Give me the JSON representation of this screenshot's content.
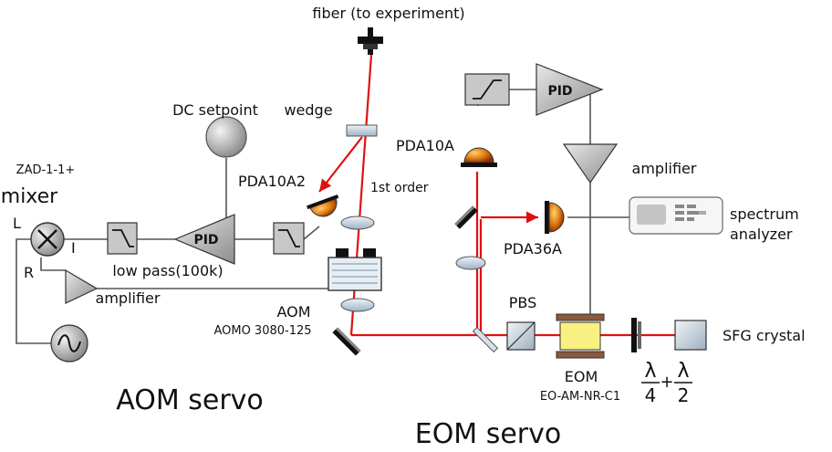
{
  "labels": {
    "fiber": "fiber (to experiment)",
    "dc_setpoint": "DC setpoint",
    "wedge": "wedge",
    "pda10a2": "PDA10A2",
    "first_order": "1st order",
    "zad": "ZAD-1-1+",
    "mixer": "mixer",
    "L": "L",
    "I": "I",
    "R": "R",
    "low_pass": "low pass(100k)",
    "amplifier_left": "amplifier",
    "aom": "AOM",
    "aom_model": "AOMO 3080-125",
    "aom_servo": "AOM servo",
    "pda10a": "PDA10A",
    "amplifier_right": "amplifier",
    "pda36a": "PDA36A",
    "spectrum_analyzer_1": "spectrum",
    "spectrum_analyzer_2": "analyzer",
    "pbs": "PBS",
    "eom": "EOM",
    "eom_model": "EO-AM-NR-C1",
    "sfg": "SFG crystal",
    "eom_servo": "EOM servo",
    "pid_left": "PID",
    "pid_right": "PID",
    "frac1_num": "λ",
    "frac1_den": "4",
    "plus": "+",
    "frac2_num": "λ",
    "frac2_den": "2"
  },
  "colors": {
    "beam": "#e01010",
    "wire": "#555555",
    "component_fill": "#c8c8c8",
    "detector": "#e08a00",
    "eom_crystal": "#f8f080",
    "eom_electrode": "#8b5a3c"
  }
}
